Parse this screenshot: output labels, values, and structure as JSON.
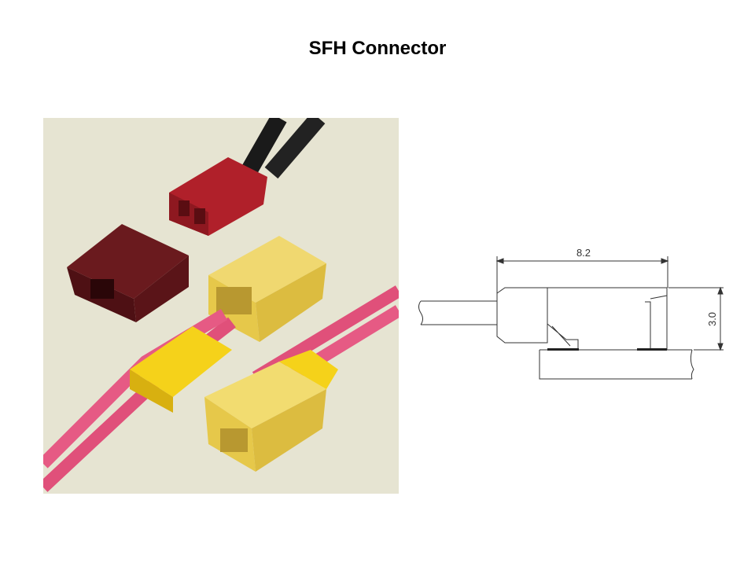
{
  "slide": {
    "title": "SFH Connector",
    "photo": {
      "description_icon": "connector-photo"
    },
    "drawing": {
      "width_dimension": "8.2",
      "height_dimension": "3.0"
    }
  }
}
